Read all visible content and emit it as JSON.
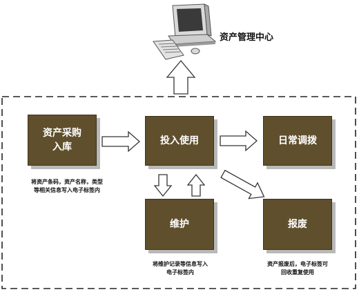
{
  "center_label": "资产管理中心",
  "nodes": {
    "purchase": "资产采购\n入库",
    "use": "投入使用",
    "dispatch": "日常调拨",
    "maintain": "维护",
    "scrap": "报废"
  },
  "notes": {
    "purchase": "将资产条码，资产名称，类型\n等相关信息写入电子标签内",
    "maintain": "将维护记录等信息写入\n电子标签内",
    "scrap": "资产报废后，电子标签可\n回收重复使用"
  },
  "colors": {
    "box_fill": "#5f4f2c",
    "box_shadow": "#b9b9b9",
    "box_text": "#ffffff",
    "border_dash": "#222222"
  }
}
